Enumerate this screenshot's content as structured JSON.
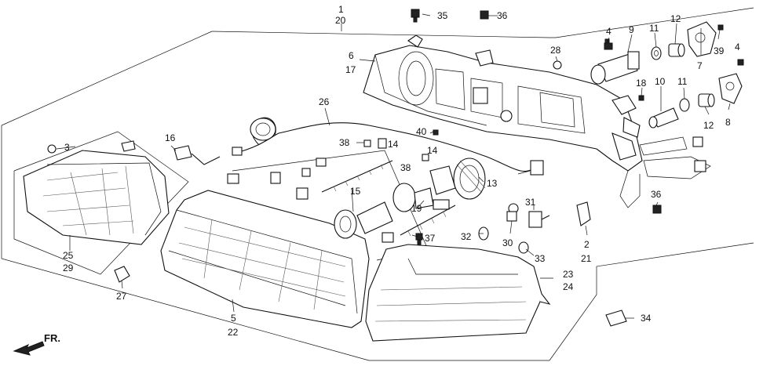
{
  "callouts": [
    {
      "id": "c-1",
      "text": "1"
    },
    {
      "id": "c-20",
      "text": "20"
    },
    {
      "id": "c-35",
      "text": "35"
    },
    {
      "id": "c-36a",
      "text": "36"
    },
    {
      "id": "c-6",
      "text": "6"
    },
    {
      "id": "c-17",
      "text": "17"
    },
    {
      "id": "c-4a",
      "text": "4"
    },
    {
      "id": "c-9",
      "text": "9"
    },
    {
      "id": "c-11a",
      "text": "11"
    },
    {
      "id": "c-12a",
      "text": "12"
    },
    {
      "id": "c-39",
      "text": "39"
    },
    {
      "id": "c-7",
      "text": "7"
    },
    {
      "id": "c-28",
      "text": "28"
    },
    {
      "id": "c-4b",
      "text": "4"
    },
    {
      "id": "c-18a",
      "text": "18"
    },
    {
      "id": "c-10",
      "text": "10"
    },
    {
      "id": "c-11b",
      "text": "11"
    },
    {
      "id": "c-12b",
      "text": "12"
    },
    {
      "id": "c-8",
      "text": "8"
    },
    {
      "id": "c-26",
      "text": "26"
    },
    {
      "id": "c-40",
      "text": "40"
    },
    {
      "id": "c-3",
      "text": "3"
    },
    {
      "id": "c-16",
      "text": "16"
    },
    {
      "id": "c-38a",
      "text": "38"
    },
    {
      "id": "c-14a",
      "text": "14"
    },
    {
      "id": "c-38b",
      "text": "38"
    },
    {
      "id": "c-14b",
      "text": "14"
    },
    {
      "id": "c-13",
      "text": "13"
    },
    {
      "id": "c-15",
      "text": "15"
    },
    {
      "id": "c-19",
      "text": "19"
    },
    {
      "id": "c-31",
      "text": "31"
    },
    {
      "id": "c-2",
      "text": "2"
    },
    {
      "id": "c-21",
      "text": "21"
    },
    {
      "id": "c-36b",
      "text": "36"
    },
    {
      "id": "c-37",
      "text": "37"
    },
    {
      "id": "c-32",
      "text": "32"
    },
    {
      "id": "c-30",
      "text": "30"
    },
    {
      "id": "c-33",
      "text": "33"
    },
    {
      "id": "c-23",
      "text": "23"
    },
    {
      "id": "c-24",
      "text": "24"
    },
    {
      "id": "c-25",
      "text": "25"
    },
    {
      "id": "c-29",
      "text": "29"
    },
    {
      "id": "c-27",
      "text": "27"
    },
    {
      "id": "c-5",
      "text": "5"
    },
    {
      "id": "c-22",
      "text": "22"
    },
    {
      "id": "c-34",
      "text": "34"
    }
  ],
  "direction_label": "FR."
}
